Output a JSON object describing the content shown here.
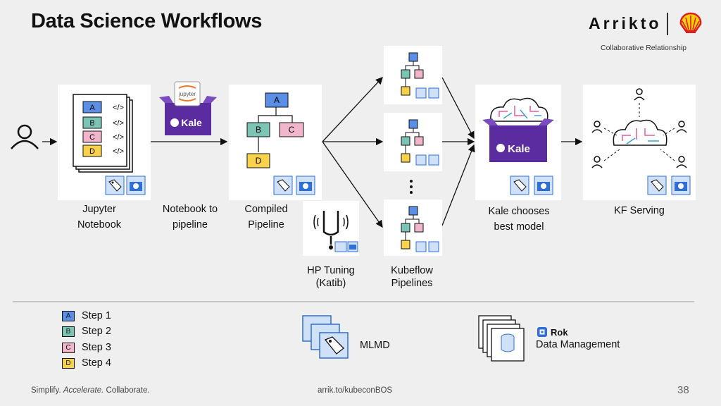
{
  "title": "Data Science Workflows",
  "brand": {
    "name": "Arrikto",
    "subtitle": "Collaborative Relationship"
  },
  "notebook_items": [
    "A",
    "B",
    "C",
    "D"
  ],
  "pipeline_nodes": [
    "A",
    "B",
    "C",
    "D"
  ],
  "jupyter_badge": "jupyter",
  "kale_badge": "Kale",
  "stages": {
    "jupyter": "Jupyter Notebook",
    "notebook_to_pipeline": "Notebook to pipeline",
    "compiled": "Compiled Pipeline",
    "hp_tuning": "HP Tuning (Katib)",
    "kubeflow": "Kubeflow Pipelines",
    "kale_chooses": "Kale chooses best model",
    "kf_serving": "KF Serving"
  },
  "legend": [
    {
      "letter": "A",
      "label": "Step 1",
      "color": "#5b8fe6"
    },
    {
      "letter": "B",
      "label": "Step 2",
      "color": "#7cc4b4"
    },
    {
      "letter": "C",
      "label": "Step 3",
      "color": "#f2b6cc"
    },
    {
      "letter": "D",
      "label": "Step 4",
      "color": "#f7d24a"
    }
  ],
  "mlmd": "MLMD",
  "rok": {
    "name": "Rok",
    "label": "Data Management"
  },
  "footer": {
    "left_1": "Simplify.",
    "left_2": "Accelerate.",
    "left_3": "Collaborate.",
    "center": "arrik.to/kubeconBOS",
    "page": "38"
  },
  "colors": {
    "kale_purple": "#5a2ca0",
    "shell_red": "#dd1d21",
    "shell_yellow": "#fbce07",
    "camera_blue": "#2f6fd6"
  }
}
